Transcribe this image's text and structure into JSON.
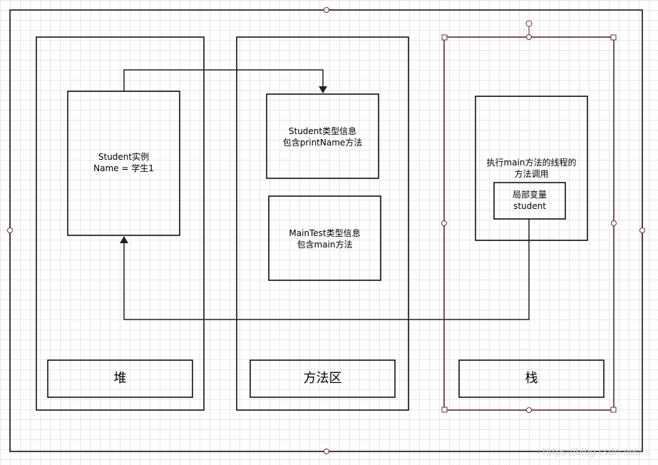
{
  "diagram": {
    "heap": {
      "title": "堆",
      "instance": "Student实例\nName = 学生1"
    },
    "method_area": {
      "title": "方法区",
      "student_type": "Student类型信息\n包含printName方法",
      "main_type": "MainTest类型信息\n包含main方法"
    },
    "stack": {
      "title": "栈",
      "thread_frame": "执行main方法的线程的\n方法调用",
      "local_var": "局部变量\nstudent"
    }
  },
  "colors": {
    "line": "#000000",
    "selection": "#6b2b2b",
    "grid": "#e6e6e6"
  },
  "watermark": "https://blog.csdn.net/…"
}
